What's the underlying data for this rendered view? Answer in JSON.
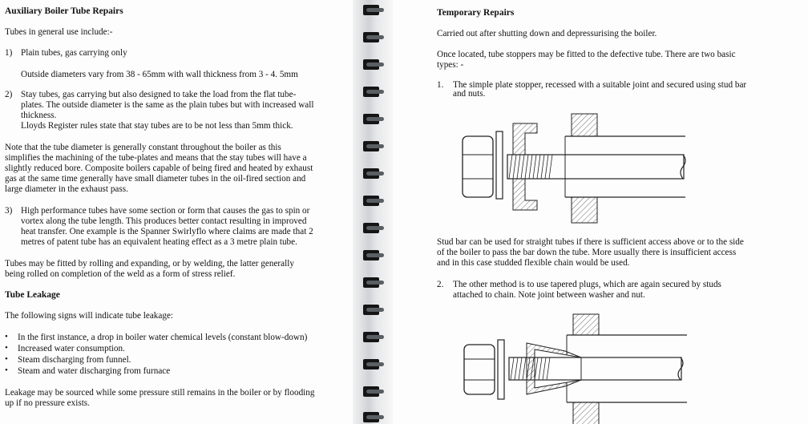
{
  "left": {
    "title": "Auxiliary Boiler Tube Repairs",
    "intro": "Tubes in general use include:-",
    "item1_num": "1)",
    "item1_text": "Plain tubes, gas carrying only",
    "item1_sub": "Outside diameters vary from 38 - 65mm with wall thickness from 3 - 4. 5mm",
    "item2_num": "2)",
    "item2_lines": [
      "Stay tubes, gas carrying but also designed to take the load from the flat tube-",
      "plates. The outside diameter is the same as the plain tubes but with increased wall",
      "thickness.",
      "Lloyds Register rules state that stay tubes are to be not less than 5mm thick."
    ],
    "note_lines": [
      "Note that the tube diameter is generally constant throughout the boiler as this",
      "simplifies the machining of the tube-plates and means that the stay tubes will have a",
      "slightly reduced bore. Composite boilers capable of being fired and heated by exhaust",
      "gas at the same time generally have small diameter tubes in the oil-fired section and",
      "large diameter in the exhaust pass."
    ],
    "item3_num": "3)",
    "item3_lines": [
      "High performance tubes have some section or form that causes the gas to spin or",
      "vortex along the tube length. This produces better contact resulting in improved",
      "heat transfer. One example is the Spanner Swirlyflo where claims are made that 2",
      "metres of patent tube has an equivalent heating effect as a 3 metre plain tube."
    ],
    "fit_lines": [
      "Tubes may be fitted by rolling and expanding, or by welding, the latter generally",
      "being rolled on completion of the weld as a form of stress relief."
    ],
    "leak_title": "Tube Leakage",
    "leak_intro": "The following signs will indicate tube leakage:",
    "bullets": [
      "In the first instance, a drop in boiler water chemical levels (constant blow-down)",
      "Increased water consumption.",
      "Steam discharging from funnel.",
      "Steam and water discharging from furnace"
    ],
    "source_lines": [
      "Leakage may be sourced while some pressure still remains in the boiler or by flooding",
      "up if no pressure exists."
    ]
  },
  "right": {
    "title": "Temporary Repairs",
    "p1": "Carried out after shutting down and depressurising the boiler.",
    "p2_lines": [
      "Once located, tube stoppers may be fitted to the defective tube. There are two basic",
      "types: -"
    ],
    "item1_num": "1.",
    "item1_lines": [
      "The simple plate stopper, recessed with a suitable joint and secured using stud bar",
      "and nuts."
    ],
    "stud_lines": [
      "Stud bar can be used for straight tubes if there is sufficient access above or to the side",
      "of the boiler to pass the bar down the tube. More usually there is insufficient access",
      "and in this case studded flexible chain would be used."
    ],
    "item2_num": "2.",
    "item2_lines": [
      "The other method is to use tapered plugs, which are again secured by studs",
      "attached to chain. Note joint between washer and nut."
    ]
  }
}
